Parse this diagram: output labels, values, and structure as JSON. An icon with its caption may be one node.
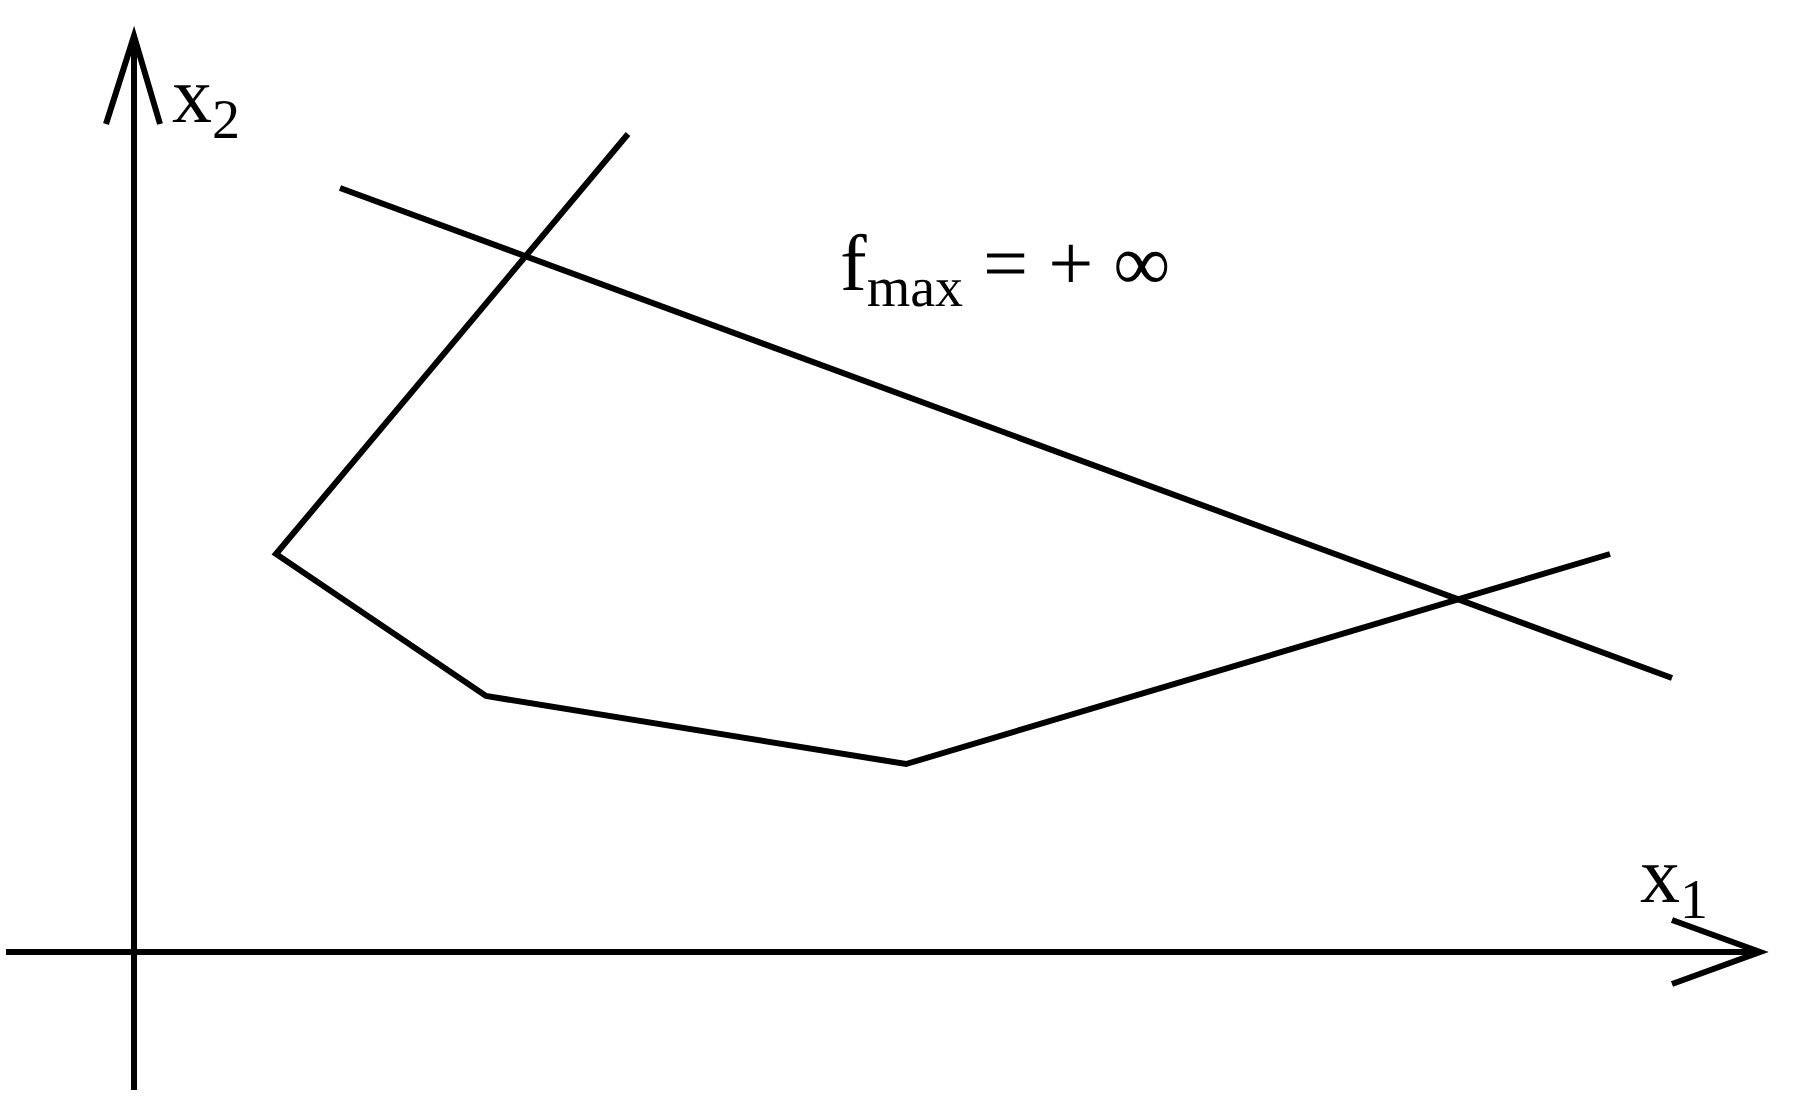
{
  "diagram": {
    "labels": [
      "x$_{2}$",
      "f$_{max}$ = + ∞",
      "x$_{1}$"
    ]
  }
}
